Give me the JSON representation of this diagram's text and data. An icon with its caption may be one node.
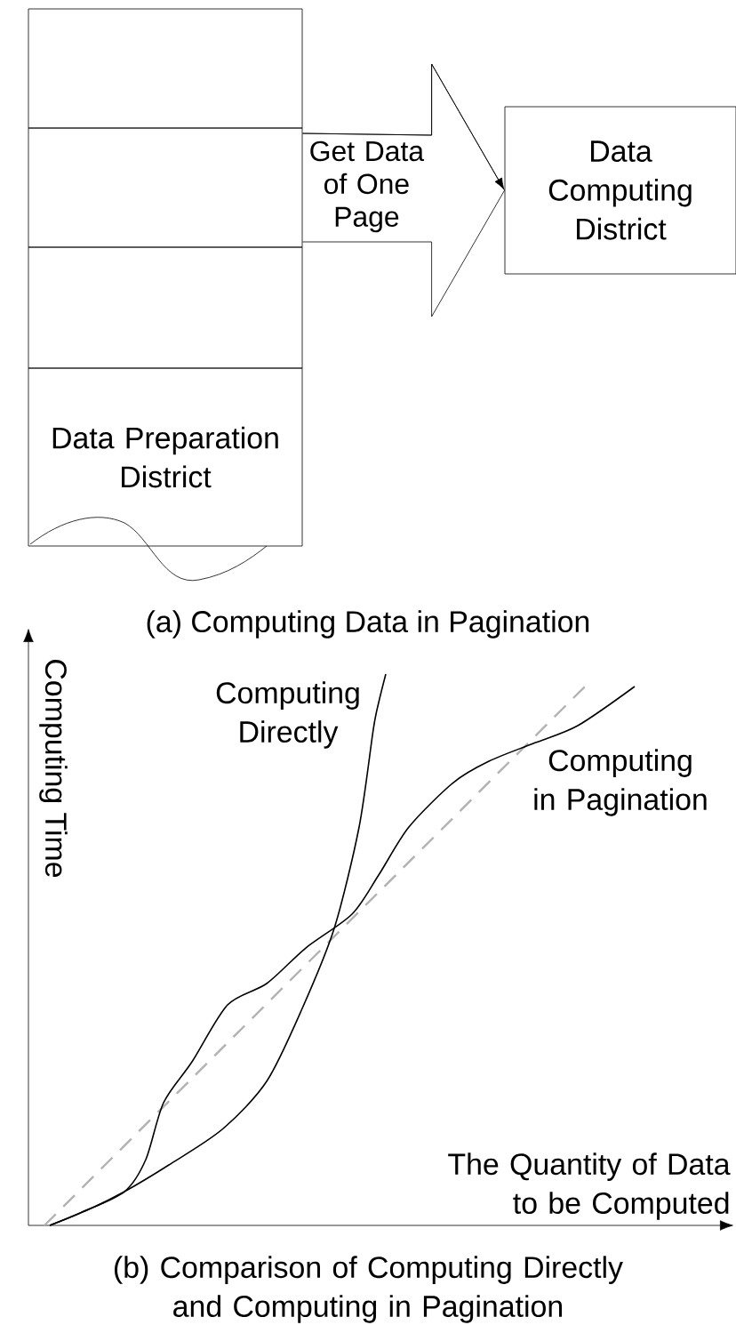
{
  "diagram": {
    "nodes": [
      {
        "text": [],
        "shape": "box"
      },
      {
        "text": [],
        "shape": "box"
      },
      {
        "text": [],
        "shape": "box"
      },
      {
        "text": [
          "Data Preparation District"
        ]
      },
      {
        "text": [
          "Data Computing District"
        ]
      }
    ],
    "edges": [
      {
        "from": 1,
        "to": 4,
        "arrow": "to",
        "label": "Get Data of One Page"
      }
    ],
    "labels": [
      "(a) Computing Data in Pagination",
      "Computing Time",
      "Computing Directly",
      "Computing in Pagination",
      "The Quantity of Data to be Computed",
      "(b) Comparison of Computing Directly and Computing in Pagination"
    ]
  }
}
